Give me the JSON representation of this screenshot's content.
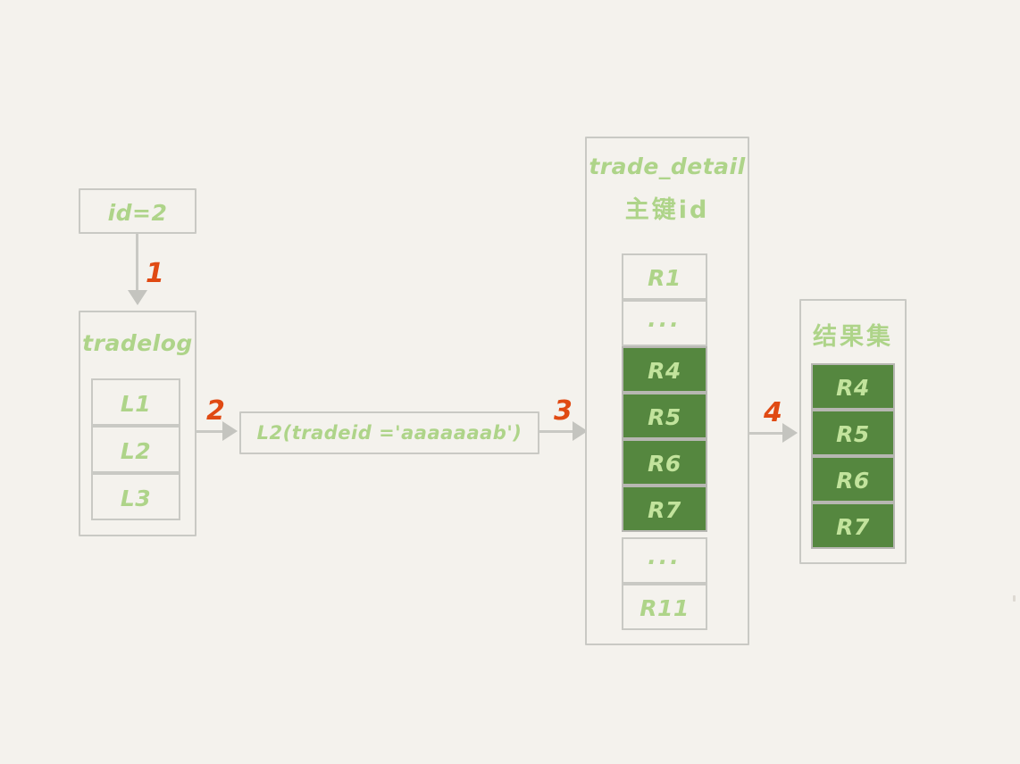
{
  "diagram": {
    "title": "MySQL index lookup flow: tradelog to trade_detail",
    "background_color": "#f4f2ed",
    "accent_text_color": "#aed489",
    "highlight_fill_color": "#55873f",
    "step_number_color": "#e04a13",
    "border_color": "#c9c9c4"
  },
  "id_box": {
    "label": "id=2"
  },
  "tradelog": {
    "title": "tradelog",
    "rows": [
      {
        "label": "L1",
        "highlighted": false
      },
      {
        "label": "L2",
        "highlighted": false
      },
      {
        "label": "L3",
        "highlighted": false
      }
    ]
  },
  "query_box": {
    "label": "L2(tradeid ='aaaaaaab')"
  },
  "trade_detail": {
    "title": "trade_detail",
    "subtitle": "主键id",
    "rows": [
      {
        "label": "R1",
        "highlighted": false
      },
      {
        "label": "...",
        "highlighted": false
      },
      {
        "label": "R4",
        "highlighted": true
      },
      {
        "label": "R5",
        "highlighted": true
      },
      {
        "label": "R6",
        "highlighted": true
      },
      {
        "label": "R7",
        "highlighted": true
      },
      {
        "label": "...",
        "highlighted": false
      },
      {
        "label": "R11",
        "highlighted": false
      }
    ]
  },
  "result_set": {
    "title": "结果集",
    "rows": [
      {
        "label": "R4",
        "highlighted": true
      },
      {
        "label": "R5",
        "highlighted": true
      },
      {
        "label": "R6",
        "highlighted": true
      },
      {
        "label": "R7",
        "highlighted": true
      }
    ]
  },
  "steps": [
    {
      "number": "1"
    },
    {
      "number": "2"
    },
    {
      "number": "3"
    },
    {
      "number": "4"
    }
  ]
}
